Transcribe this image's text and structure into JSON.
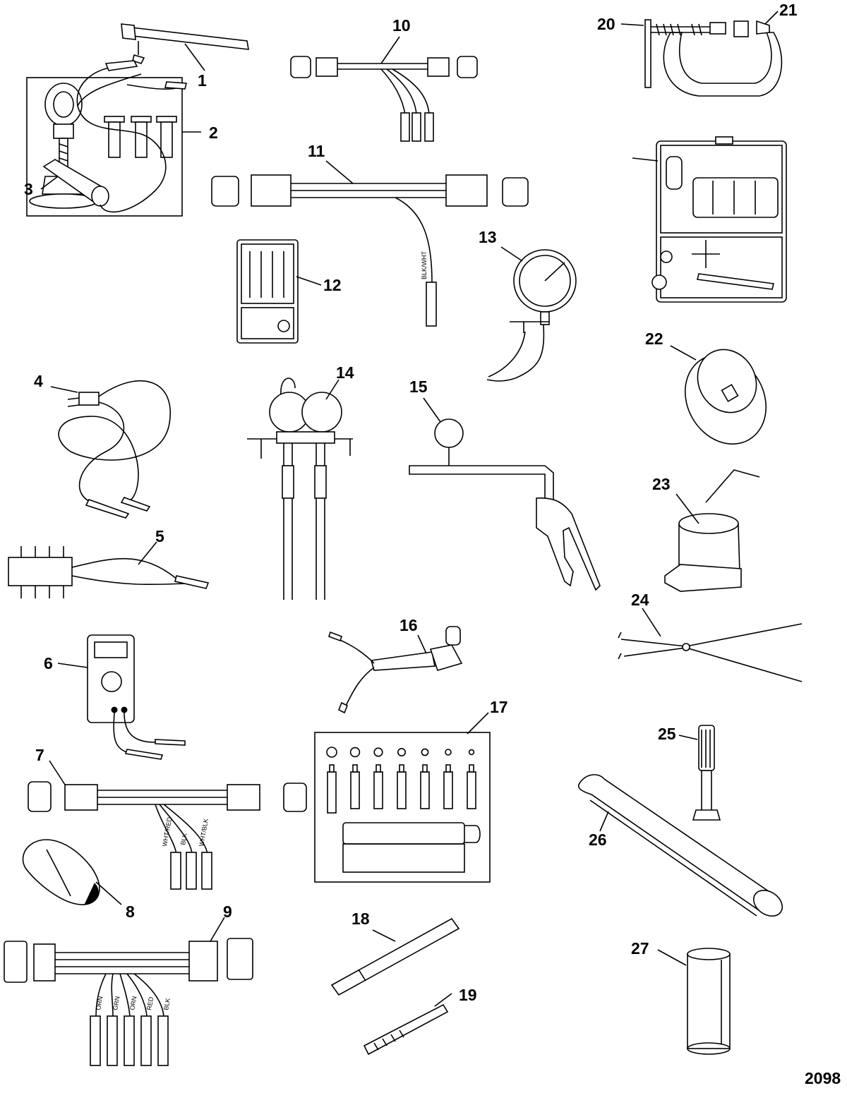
{
  "figure_number": "2098",
  "callouts": [
    {
      "n": "1",
      "text": "1"
    },
    {
      "n": "2",
      "text": "2"
    },
    {
      "n": "3",
      "text": "3"
    },
    {
      "n": "4",
      "text": "4"
    },
    {
      "n": "5",
      "text": "5"
    },
    {
      "n": "6",
      "text": "6"
    },
    {
      "n": "7",
      "text": "7"
    },
    {
      "n": "8",
      "text": "8"
    },
    {
      "n": "9",
      "text": "9"
    },
    {
      "n": "10",
      "text": "10"
    },
    {
      "n": "11",
      "text": "11"
    },
    {
      "n": "12",
      "text": "12"
    },
    {
      "n": "13",
      "text": "13"
    },
    {
      "n": "14",
      "text": "14"
    },
    {
      "n": "15",
      "text": "15"
    },
    {
      "n": "16",
      "text": "16"
    },
    {
      "n": "17",
      "text": "17"
    },
    {
      "n": "18",
      "text": "18"
    },
    {
      "n": "19",
      "text": "19"
    },
    {
      "n": "20",
      "text": "20"
    },
    {
      "n": "21",
      "text": "21"
    },
    {
      "n": "22",
      "text": "22"
    },
    {
      "n": "23",
      "text": "23"
    },
    {
      "n": "24",
      "text": "24"
    },
    {
      "n": "25",
      "text": "25"
    },
    {
      "n": "26",
      "text": "26"
    },
    {
      "n": "27",
      "text": "27"
    }
  ],
  "wire_labels": {
    "harness_7": [
      "WHT/RED",
      "BLK",
      "WHT/BLK"
    ],
    "harness_9": [
      "ORN",
      "GRN",
      "ORN",
      "RED",
      "BLK"
    ],
    "harness_11": [
      "BLK/WHT"
    ]
  }
}
